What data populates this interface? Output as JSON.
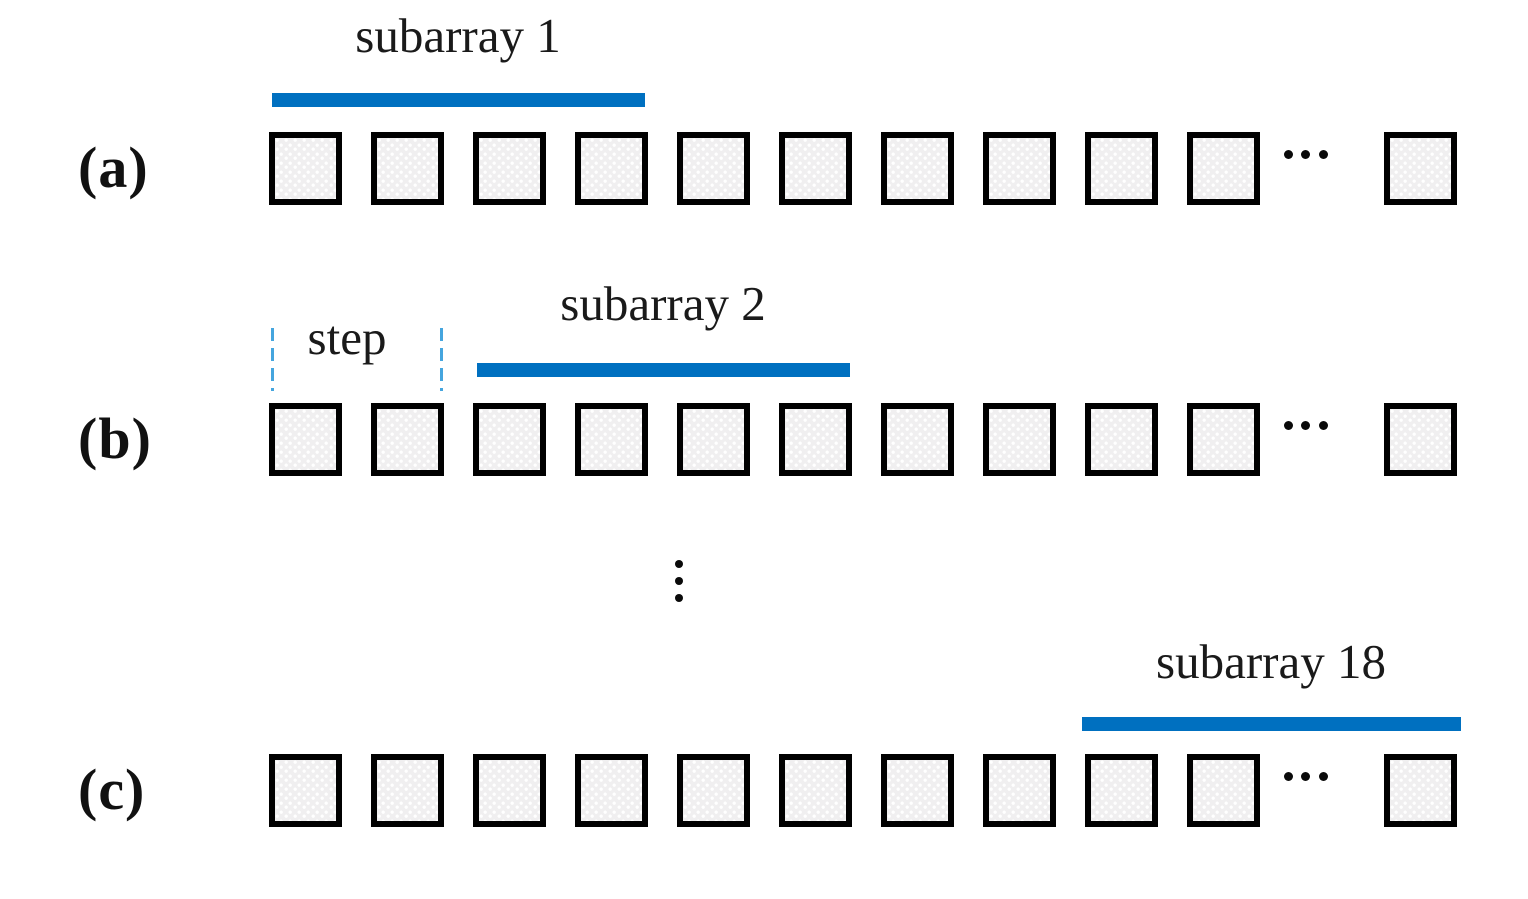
{
  "figure": {
    "type": "array-partition-diagram",
    "rows": [
      {
        "id": "a",
        "label": "(a)",
        "subarray_label": "subarray 1",
        "bar_covers_elements": "1-4"
      },
      {
        "id": "b",
        "label": "(b)",
        "subarray_label": "subarray 2",
        "bar_covers_elements": "3-6",
        "step_label": "step"
      },
      {
        "id": "c",
        "label": "(c)",
        "subarray_label": "subarray 18",
        "bar_covers_elements": "9-last"
      }
    ],
    "elements": {
      "shown_before_ellipsis": 10,
      "shown_after_ellipsis": 1,
      "horizontal_ellipsis_dots": 3
    },
    "vertical_ellipsis_dots": 3,
    "colors": {
      "subarray_bar": "#0070C0",
      "step_dashed_line": "#45A5DE",
      "element_border": "#000000",
      "element_fill": "#F0EFF0",
      "text": "#1A1A1A",
      "background": "#FFFFFF"
    }
  }
}
